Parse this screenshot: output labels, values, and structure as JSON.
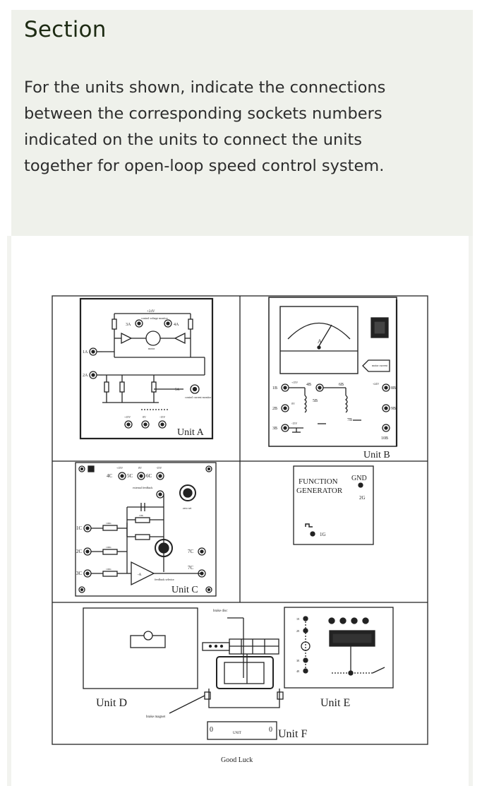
{
  "header": {
    "title": "Section",
    "question": "For the units shown, indicate the connections between the corresponding sockets numbers indicated on the units to connect the units together for open-loop speed control system."
  },
  "diagram": {
    "unit_a": {
      "label": "Unit A",
      "s1a": "1A",
      "s2a": "2A",
      "s3a": "3A",
      "s4a": "4A",
      "v24": "+24V",
      "ctrl_v": "control voltage monitor",
      "motor": "motor",
      "s5a": "5A",
      "ctrl_i": "control current monitor",
      "p15": "+15V",
      "zero": "0V",
      "m15": "-15V"
    },
    "unit_b": {
      "label": "Unit B",
      "motor_current": "motor current",
      "s1b": "1B",
      "s2b": "2B",
      "s3b": "3B",
      "s4b": "4B",
      "s5b": "5B",
      "s6b": "6B",
      "s7b": "7B",
      "s8b": "8B",
      "s9b": "9B",
      "s10b": "10B",
      "p15": "+15V",
      "zero": "0V",
      "m15": "-15V",
      "p24": "+24V",
      "ma": "A"
    },
    "unit_c": {
      "label": "Unit C",
      "s1c": "1C",
      "s2c": "2C",
      "s3c": "3C",
      "s4c": "4C",
      "s5c": "5C",
      "s6c": "6C",
      "s7c": "7C",
      "s7c_b": "7C",
      "p15": "+15V",
      "zero": "0V",
      "m15": "-15V",
      "ext_fb": "external feedback",
      "zero_set": "zero set",
      "fb_sel": "feedback selector",
      "amp": "-A",
      "r100k": "100K",
      "r10k": "10K"
    },
    "unit_fg": {
      "line1": "FUNCTION",
      "line2": "GENERATOR",
      "gnd": "GND",
      "s2g": "2G",
      "s1g": "1G"
    },
    "unit_d": {
      "label": "Unit D",
      "brake_disc": "brake disc",
      "brake_magnet": "brake magnet"
    },
    "unit_e": {
      "label": "Unit E",
      "s1e": "1E",
      "s2e": "2E",
      "s3e": "3E",
      "s4e": "4E"
    },
    "unit_f": {
      "label": "Unit F",
      "zero_left": "0",
      "zero_right": "0",
      "scale": "UNIT"
    },
    "footer": "Good Luck"
  }
}
